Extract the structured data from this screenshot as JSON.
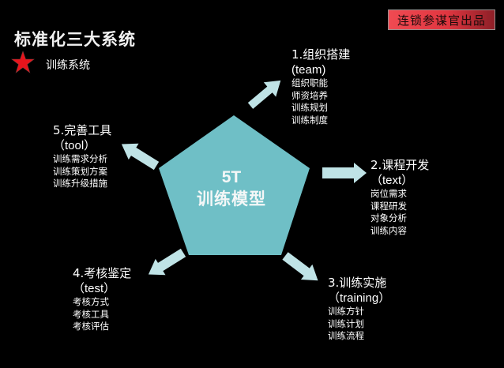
{
  "header": {
    "title": "标准化三大系统",
    "subtitle": "训练系统",
    "subtitle_icon": "star-icon",
    "badge": "连锁参谋官出品"
  },
  "colors": {
    "background": "#000000",
    "pentagon": "#6fbfc6",
    "arrow": "#bfe3e6",
    "star": "#e8141c",
    "badge_start": "#f04a52",
    "badge_end": "#8d1f27"
  },
  "center": {
    "line1": "5T",
    "line2": "训练模型"
  },
  "nodes": [
    {
      "head": "1.组织搭建",
      "eng": "(team)",
      "items": [
        "组织职能",
        "师资培养",
        "训练规划",
        "训练制度"
      ]
    },
    {
      "head": "2.课程开发",
      "eng": "（text）",
      "items": [
        "岗位需求",
        "课程研发",
        "对象分析",
        "训练内容"
      ]
    },
    {
      "head": "3.训练实施",
      "eng": "（training）",
      "items": [
        "训练方针",
        "训练计划",
        "训练流程"
      ]
    },
    {
      "head": "4.考核鉴定",
      "eng": "（test）",
      "items": [
        "考核方式",
        "考核工具",
        "考核评估"
      ]
    },
    {
      "head": "5.完善工具",
      "eng": "（tool）",
      "items": [
        "训练需求分析",
        "训练策划方案",
        "训练升级措施"
      ]
    }
  ]
}
